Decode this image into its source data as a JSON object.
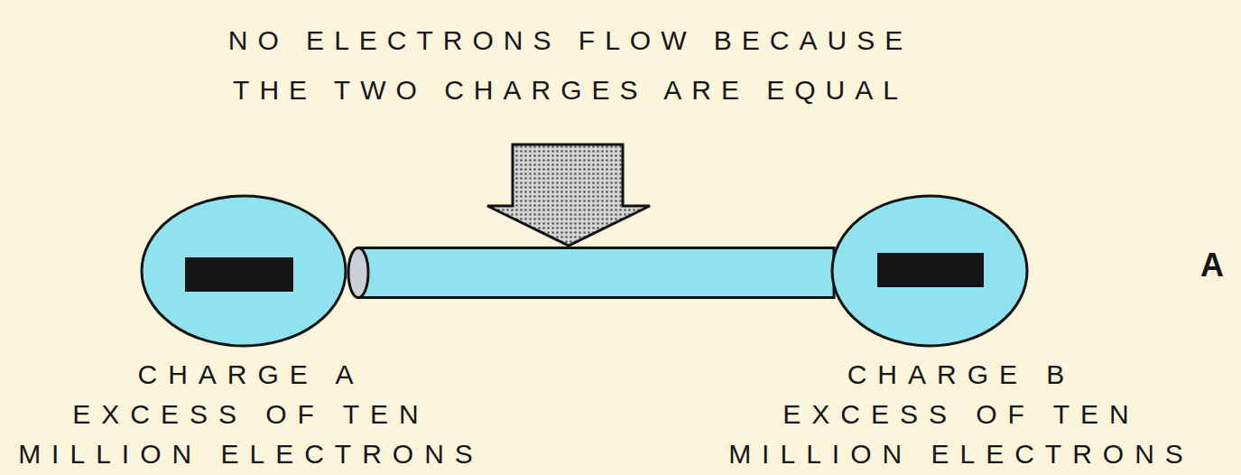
{
  "diagram": {
    "title": "NO ELECTRONS FLOW BECAUSE THE TWO CHARGES ARE EQUAL",
    "nodes": [
      {
        "text": [
          "CHARGE A",
          "EXCESS OF TEN MILLION ELECTRONS"
        ]
      },
      {
        "text": [
          "CHARGE B",
          "EXCESS OF TEN MILLION ELECTRONS"
        ]
      }
    ],
    "edges": [
      {
        "from": 0,
        "to": 1,
        "arrow": "none"
      }
    ],
    "labels": [
      "A"
    ]
  }
}
